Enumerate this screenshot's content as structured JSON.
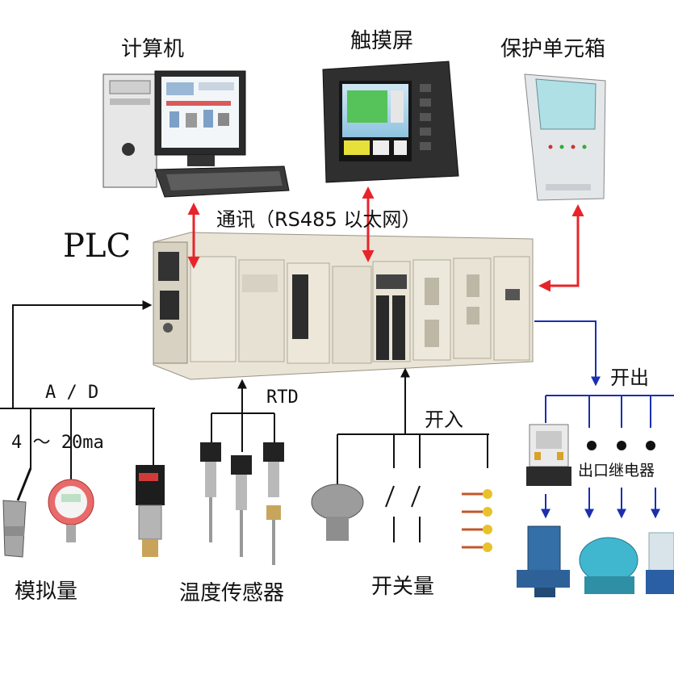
{
  "diagram": {
    "plc_label": "PLC",
    "devices_top": {
      "computer": "计算机",
      "touchscreen": "触摸屏",
      "protection_box": "保护单元箱"
    },
    "comm_label": "通讯（RS485 以太网）",
    "inputs": {
      "analog": {
        "ad_label": "A / D",
        "range_label": "4 ～ 20ma",
        "caption": "模拟量"
      },
      "temperature": {
        "rtd_label": "RTD",
        "caption": "温度传感器"
      },
      "switch": {
        "input_label": "开入",
        "caption": "开关量"
      }
    },
    "outputs": {
      "output_label": "开出",
      "relay_label": "出口继电器"
    },
    "colors": {
      "comm_arrow": "#e8242a",
      "output_line": "#1a2fb0",
      "input_line": "#111111",
      "plc_body": "#e9e4d6"
    }
  }
}
